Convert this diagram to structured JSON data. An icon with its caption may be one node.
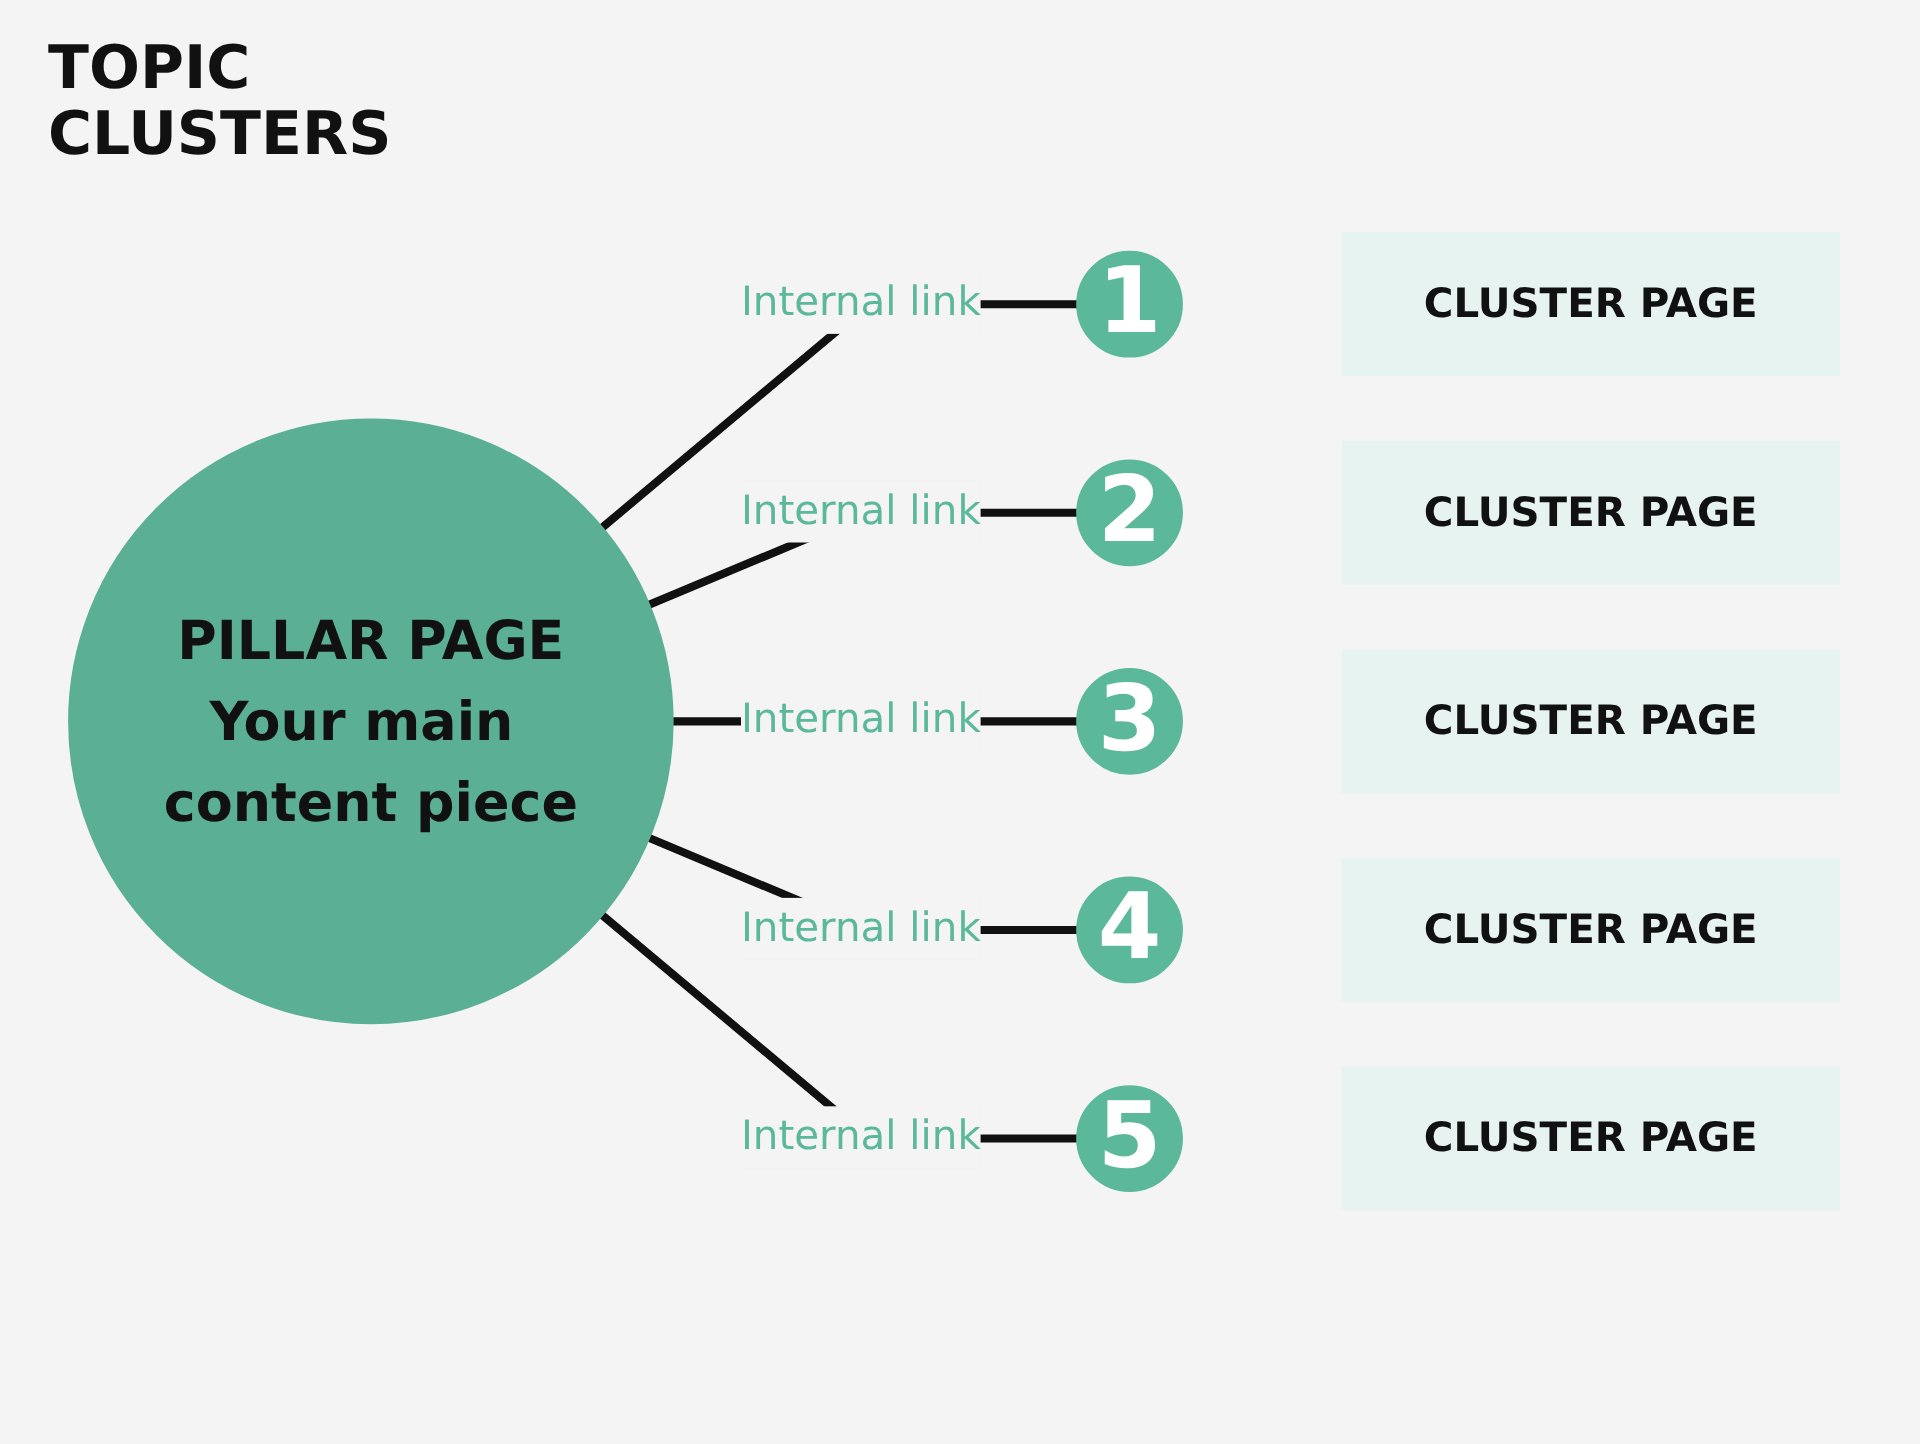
{
  "diagram": {
    "title": "TOPIC CLUSTERS",
    "nodes": [
      {
        "text": [
          "PILLAR PAGE",
          "Your main content piece"
        ]
      },
      {
        "text": [
          "1"
        ]
      },
      {
        "text": [
          "CLUSTER PAGE"
        ]
      },
      {
        "text": [
          "2"
        ]
      },
      {
        "text": [
          "CLUSTER PAGE"
        ]
      },
      {
        "text": [
          "3"
        ]
      },
      {
        "text": [
          "CLUSTER PAGE"
        ]
      },
      {
        "text": [
          "4"
        ]
      },
      {
        "text": [
          "CLUSTER PAGE"
        ]
      },
      {
        "text": [
          "5"
        ]
      },
      {
        "text": [
          "CLUSTER PAGE"
        ]
      }
    ],
    "edges": [
      {
        "from": 0,
        "to": 1,
        "arrow": "none",
        "label": "Internal link"
      },
      {
        "from": 0,
        "to": 3,
        "arrow": "none",
        "label": "Internal link"
      },
      {
        "from": 0,
        "to": 5,
        "arrow": "none",
        "label": "Internal link"
      },
      {
        "from": 0,
        "to": 7,
        "arrow": "none",
        "label": "Internal link"
      },
      {
        "from": 0,
        "to": 9,
        "arrow": "none",
        "label": "Internal link"
      }
    ]
  }
}
